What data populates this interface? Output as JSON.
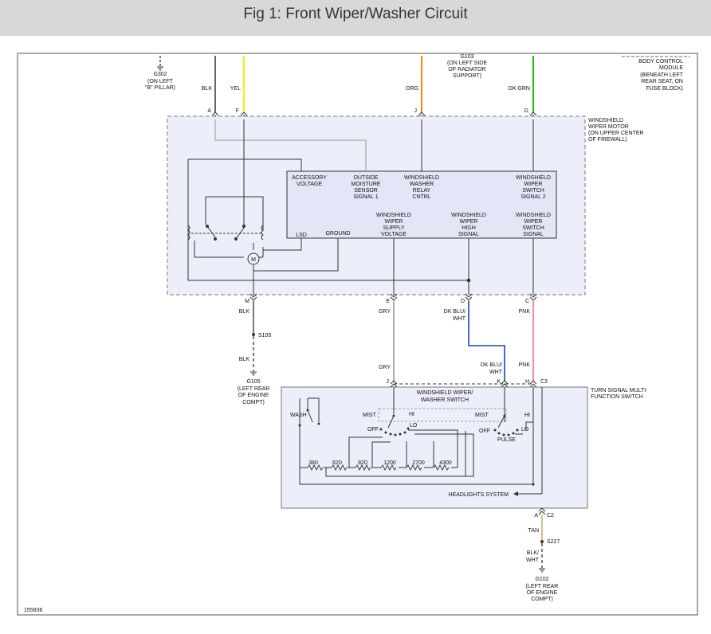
{
  "title": "Fig 1: Front Wiper/Washer Circuit",
  "figure_number": "155836",
  "colors": {
    "box_fill": "#eceefa",
    "yel": "#ffee00",
    "org": "#ff8800",
    "dkgrn": "#22bb22",
    "pnk": "#ff6b8e",
    "blu": "#1a44cc",
    "tan": "#d4b483",
    "gry": "#999999",
    "blk": "#333333"
  },
  "top": {
    "g302": [
      "G302",
      "(ON LEFT",
      "\"B\" PILLAR)"
    ],
    "radiator": [
      "G103",
      "(ON LEFT SIDE",
      "OF RADIATOR",
      "SUPPORT)"
    ],
    "bcm": [
      "BODY CONTROL",
      "MODULE",
      "(BENEATH LEFT",
      "REAR SEAT, ON",
      "FUSE BLOCK)"
    ],
    "wire_colors": [
      "BLK",
      "YEL",
      "ORG",
      "DK GRN"
    ],
    "pins": [
      "A",
      "F",
      "J",
      "G"
    ]
  },
  "motor": {
    "label": [
      "WINDSHIELD",
      "WIPER MOTOR",
      "(ON UPPER CENTER",
      "OF FIREWALL)"
    ],
    "module_top": [
      [
        "ACCESSORY",
        "VOLTAGE"
      ],
      [
        "OUTSIDE",
        "MOISTURE",
        "SENSOR",
        "SIGNAL 1"
      ],
      [
        "WINDSHIELD",
        "WASHER",
        "RELAY",
        "CNTRL"
      ],
      [
        "WINDSHIELD",
        "WIPER",
        "SWITCH",
        "SIGNAL 2"
      ]
    ],
    "module_bottom": [
      [
        "WINDSHIELD",
        "WIPER",
        "SUPPLY",
        "VOLTAGE"
      ],
      [
        "WINDSHIELD",
        "WIPER",
        "HIGH",
        "SIGNAL"
      ],
      [
        "WINDSHIELD",
        "WIPER",
        "SWITCH",
        "SIGNAL"
      ]
    ],
    "lsd": "LSD",
    "ground": "GROUND",
    "motor_symbol": "M",
    "pins_bottom": [
      "M",
      "E",
      "D",
      "C"
    ]
  },
  "middle": {
    "blk1": "BLK",
    "s105": "S105",
    "blk2": "BLK",
    "g105": [
      "G105",
      "(LEFT REAR",
      "OF ENGINE",
      "COMPT)"
    ],
    "gry1": "GRY",
    "gry2": "GRY",
    "dkbluwht1": [
      "DK BLU/",
      "WHT"
    ],
    "dkbluwht2": [
      "DK BLU/",
      "WHT"
    ],
    "pnk1": "PNK",
    "pnk2": "PNK"
  },
  "switch": {
    "pins_top": [
      "J",
      "K",
      "H"
    ],
    "connector": "C3",
    "title": [
      "WINDSHIELD WIPER/",
      "WASHER SWITCH"
    ],
    "label": [
      "TURN SIGNAL MULTI-",
      "FUNCTION SWITCH"
    ],
    "wash": "WASH",
    "mist1": "MIST",
    "hi1": "HI",
    "off1": "OFF",
    "lo1": "LO",
    "mist2": "MIST",
    "hi2": "HI",
    "off2": "OFF",
    "lo2": "LO",
    "pulse": "PULSE",
    "resistors": [
      "380",
      "620",
      "820",
      "1200",
      "2700",
      "4300"
    ],
    "headlights": "HEADLIGHTS SYSTEM"
  },
  "bottom": {
    "pin": "A",
    "connector": "C2",
    "tan": "TAN",
    "s227": "S227",
    "blkwht": [
      "BLK/",
      "WHT"
    ],
    "g102": [
      "G102",
      "(LEFT REAR",
      "OF ENGINE",
      "COMPT)"
    ]
  }
}
